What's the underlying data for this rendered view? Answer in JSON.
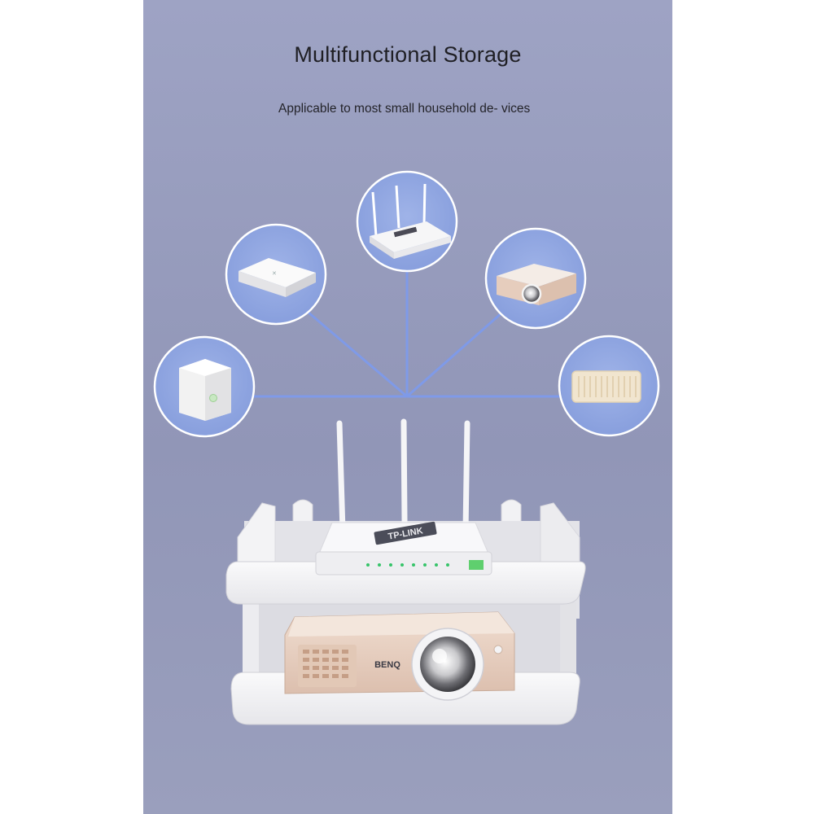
{
  "heading": {
    "title": "Multifunctional Storage",
    "subtitle": "Applicable to most small household de- vices"
  },
  "devices": [
    {
      "name": "smart-speaker-cube"
    },
    {
      "name": "tv-box"
    },
    {
      "name": "wifi-router"
    },
    {
      "name": "projector"
    },
    {
      "name": "bluetooth-speaker"
    }
  ],
  "product": {
    "router_brand": "TP-LINK",
    "projector_brand": "BENQ"
  },
  "colors": {
    "background": "#9ea3c4",
    "circle_fill": "#8fa6e0",
    "connector": "#7f9ae8",
    "shelf": "#f4f4f6",
    "projector_body": "#e9d3c3"
  }
}
